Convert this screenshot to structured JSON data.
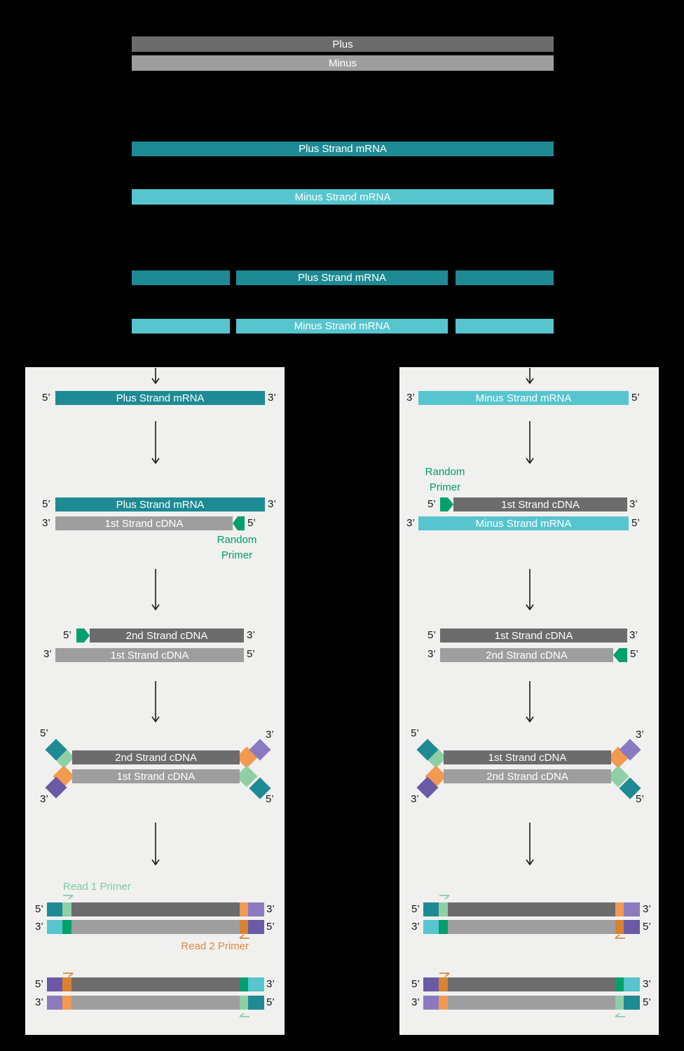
{
  "labels": {
    "five_prime": "5’",
    "three_prime": "3’"
  },
  "top_section": {
    "plus_genome": "Plus",
    "minus_genome": "Minus"
  },
  "strands": {
    "plus_mrna": "Plus Strand mRNA",
    "minus_mrna": "Minus Strand mRNA",
    "first_cdna": "1st Strand cDNA",
    "second_cdna": "2nd Strand cDNA"
  },
  "annotations": {
    "random_primer_line1": "Random",
    "random_primer_line2": "Primer",
    "read1_primer": "Read 1 Primer",
    "read2_primer": "Read 2 Primer"
  },
  "colors": {
    "background": "#000000",
    "panel_background": "#F0F0EE",
    "teal": "#1E8A94",
    "cyan": "#57C5CE",
    "green": "#00A06E",
    "light_green": "#8FCFA6",
    "orange": "#F29A50",
    "dark_orange": "#D9822F",
    "purple": "#8B7AC0",
    "dark_purple": "#6A5AA6",
    "dark_gray": "#6C6C6C",
    "light_gray": "#9E9E9E",
    "read1_text": "#7FCBA1",
    "read2_text": "#DD8A3E",
    "random_primer_text": "#009C6E",
    "arrow": "#1A1A1A"
  }
}
